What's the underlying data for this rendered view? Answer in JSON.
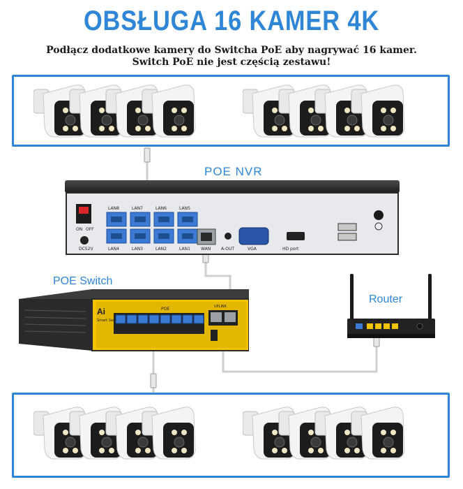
{
  "header": {
    "title": "OBSŁUGA 16 KAMER 4K",
    "subtitle_line1": "Podłącz dodatkowe kamery do Switcha PoE aby nagrywać 16 kamer.",
    "subtitle_line2": "Switch PoE nie jest częścią zestawu!"
  },
  "labels": {
    "nvr": "POE NVR",
    "switch": "POE Switch",
    "router": "Router"
  },
  "nvr_ports": {
    "lan_top": [
      "LAN8",
      "LAN7",
      "LAN6",
      "LAN5"
    ],
    "lan_bottom": [
      "LAN4",
      "LAN3",
      "LAN2",
      "LAN1"
    ],
    "power_on": "ON",
    "power_off": "OFF",
    "dc": "DC52V",
    "wan": "WAN",
    "aout": "A-OUT",
    "vga": "VGA",
    "hdmi": "HD port"
  },
  "switch_panel": {
    "brand": "Ai",
    "model": "Smart Switch",
    "poe": "POE",
    "uplink": "UPLINK"
  },
  "colors": {
    "accent": "#2f86d6",
    "box_border": "#2f86d6",
    "port_blue": "#3b7bd6",
    "switch_yellow": "#f2c300"
  },
  "cameras": {
    "count_per_group": 4,
    "groups": 4
  }
}
